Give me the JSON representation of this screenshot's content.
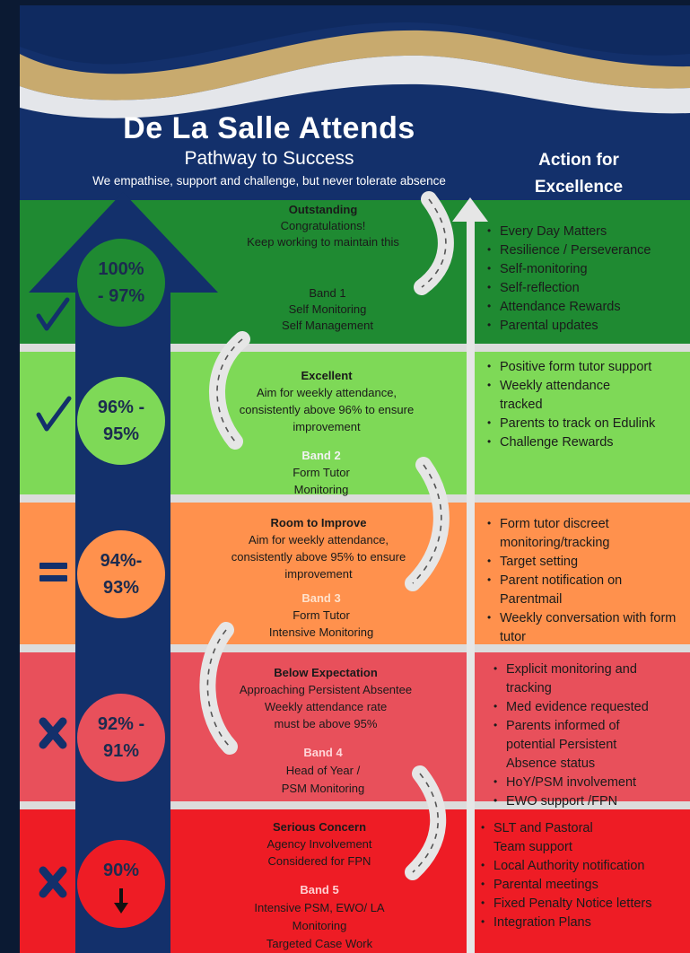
{
  "header": {
    "title": "De La Salle Attends",
    "subtitle": "Pathway to Success",
    "tagline": "We empathise, support and challenge, but never tolerate absence",
    "action_title_line1": "Action for",
    "action_title_line2": "Excellence"
  },
  "colors": {
    "navy": "#13306b",
    "band1": "#1f8a32",
    "band2": "#7ed957",
    "band3": "#ff914d",
    "band4": "#e8505b",
    "band5": "#ee1c25",
    "gold": "#c8aa6e"
  },
  "bands": [
    {
      "range_line1": "100%",
      "range_line2": "- 97%",
      "status_icon": "check-icon",
      "heading": "Outstanding",
      "text": [
        "Congratulations!",
        "Keep working to maintain this"
      ],
      "band_label": "Band 1",
      "focus": [
        "Self Monitoring",
        "Self Management"
      ],
      "actions": [
        "Every Day Matters",
        "Resilience / Perseverance",
        "Self-monitoring",
        "Self-reflection",
        "Attendance Rewards",
        "Parental updates"
      ]
    },
    {
      "range_line1": "96% -",
      "range_line2": "95%",
      "status_icon": "check-icon",
      "heading": "Excellent",
      "text": [
        "Aim for weekly attendance,",
        "consistently above 96% to ensure",
        "improvement"
      ],
      "band_label": "Band 2",
      "focus": [
        "Form Tutor",
        "Monitoring"
      ],
      "actions": [
        "Positive form tutor support",
        "Weekly attendance tracked",
        "Parents to track on Edulink",
        "Challenge Rewards"
      ]
    },
    {
      "range_line1": "94%-",
      "range_line2": "93%",
      "status_icon": "equals-icon",
      "heading": "Room to Improve",
      "text": [
        "Aim for weekly attendance,",
        "consistently above 95% to ensure",
        "improvement"
      ],
      "band_label": "Band 3",
      "focus": [
        "Form Tutor",
        "Intensive Monitoring"
      ],
      "actions": [
        "Form tutor discreet monitoring/tracking",
        "Target setting",
        "Parent notification on Parentmail",
        "Weekly conversation with form tutor"
      ]
    },
    {
      "range_line1": "92% -",
      "range_line2": "91%",
      "status_icon": "cross-icon",
      "heading": "Below Expectation",
      "text": [
        "Approaching Persistent Absentee",
        "Weekly attendance rate",
        "must be above 95%"
      ],
      "band_label": "Band 4",
      "focus": [
        "Head of Year /",
        "PSM Monitoring"
      ],
      "actions": [
        "Explicit monitoring and tracking",
        "Med evidence requested",
        "Parents informed of potential Persistent Absence status",
        "HoY/PSM involvement",
        "EWO support /FPN"
      ]
    },
    {
      "range_line1": "90%",
      "range_line2": "",
      "status_icon": "cross-icon",
      "heading": "Serious Concern",
      "text": [
        "Agency Involvement",
        "Considered for FPN"
      ],
      "band_label": "Band 5",
      "focus": [
        "Intensive PSM, EWO/ LA",
        "Monitoring",
        "Targeted Case Work"
      ],
      "actions": [
        "SLT and Pastoral Team support",
        "Local Authority notification",
        "Parental meetings",
        "Fixed Penalty Notice letters",
        "Integration Plans"
      ]
    }
  ]
}
